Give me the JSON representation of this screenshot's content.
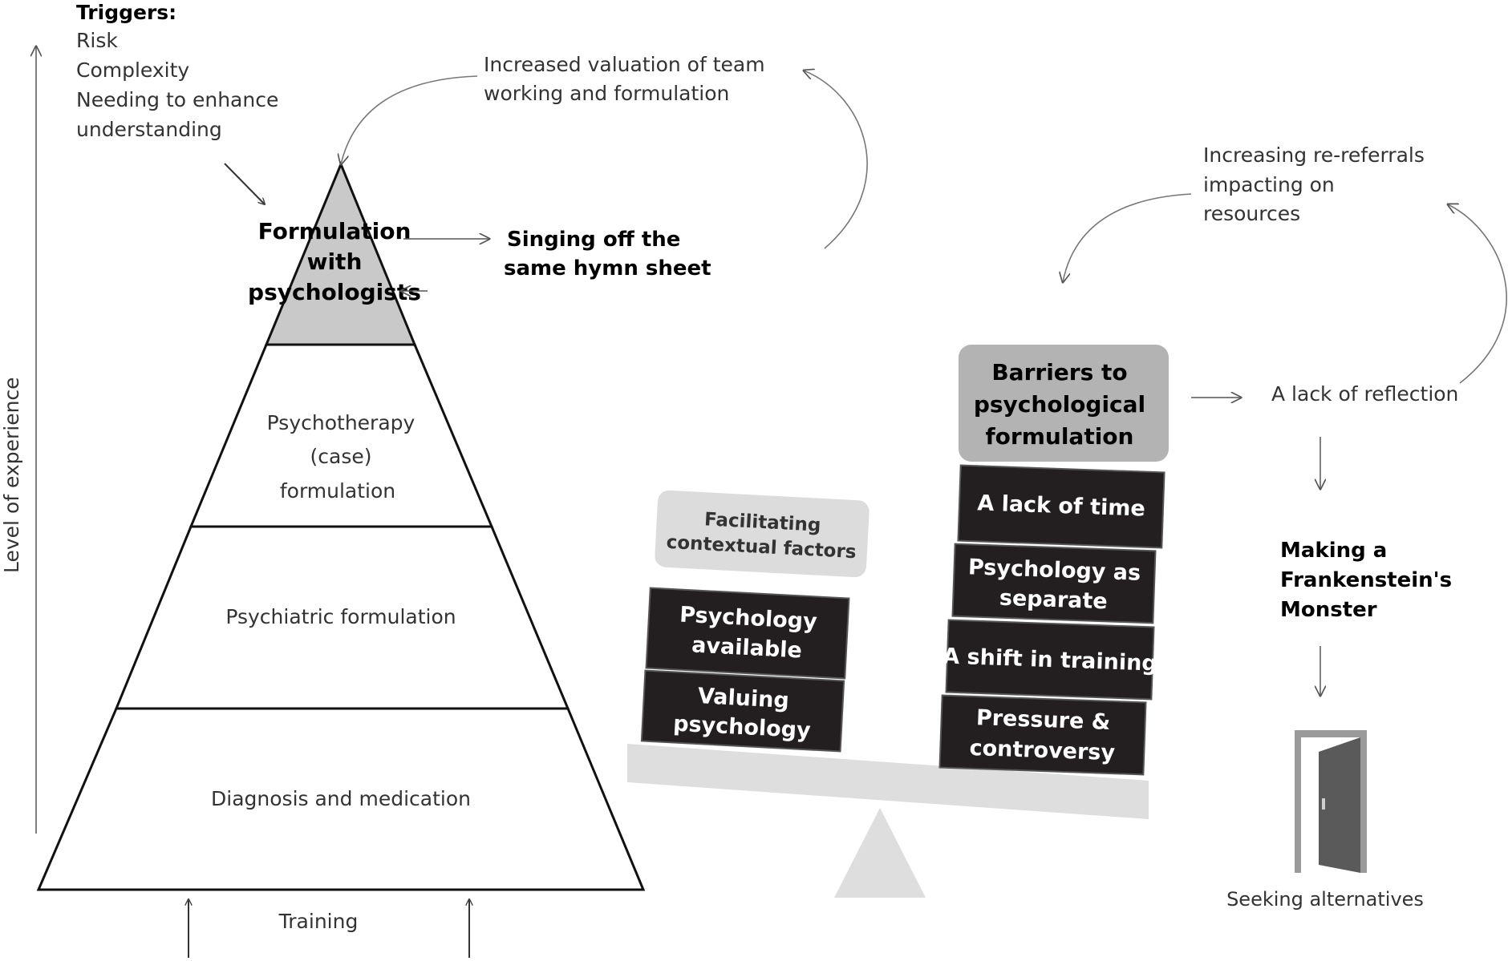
{
  "triggers": {
    "heading": "Triggers:",
    "items": [
      "Risk",
      "Complexity",
      "Needing to enhance",
      "understanding"
    ]
  },
  "axes": {
    "y_label": "Level of experience",
    "x_label": "Training"
  },
  "pyramid": {
    "top": [
      "Formulation",
      "with",
      "psychologists"
    ],
    "level2": [
      "Psychotherapy",
      "(case)",
      "formulation"
    ],
    "level3": "Psychiatric formulation",
    "level4": "Diagnosis and medication"
  },
  "feedback_top": [
    "Increased valuation of team",
    "working and formulation"
  ],
  "hymn": [
    "Singing off the",
    "same hymn sheet"
  ],
  "rereferrals": [
    "Increasing re-referrals",
    "impacting on",
    "resources"
  ],
  "facilitating": {
    "header": [
      "Facilitating",
      "contextual factors"
    ],
    "blocks": [
      [
        "Psychology",
        "available"
      ],
      [
        "Valuing",
        "psychology"
      ]
    ]
  },
  "barriers": {
    "header": [
      "Barriers to",
      "psychological",
      "formulation"
    ],
    "blocks": [
      [
        "A lack of time"
      ],
      [
        "Psychology as",
        "separate"
      ],
      [
        "A shift in training"
      ],
      [
        "Pressure &",
        "controversy"
      ]
    ]
  },
  "reflection": "A lack of reflection",
  "frankenstein": [
    "Making a",
    "Frankenstein's",
    "Monster"
  ],
  "seeking": "Seeking alternatives",
  "colors": {
    "apex_fill": "#c9c9c9",
    "block_fill": "#231f20",
    "barrier_header_fill": "#b3b3b3",
    "facilitating_header_fill": "#dcdcdc",
    "seesaw_fill": "#dedede",
    "door_frame": "#9a9a9a",
    "door_fill": "#5a5a5a"
  }
}
